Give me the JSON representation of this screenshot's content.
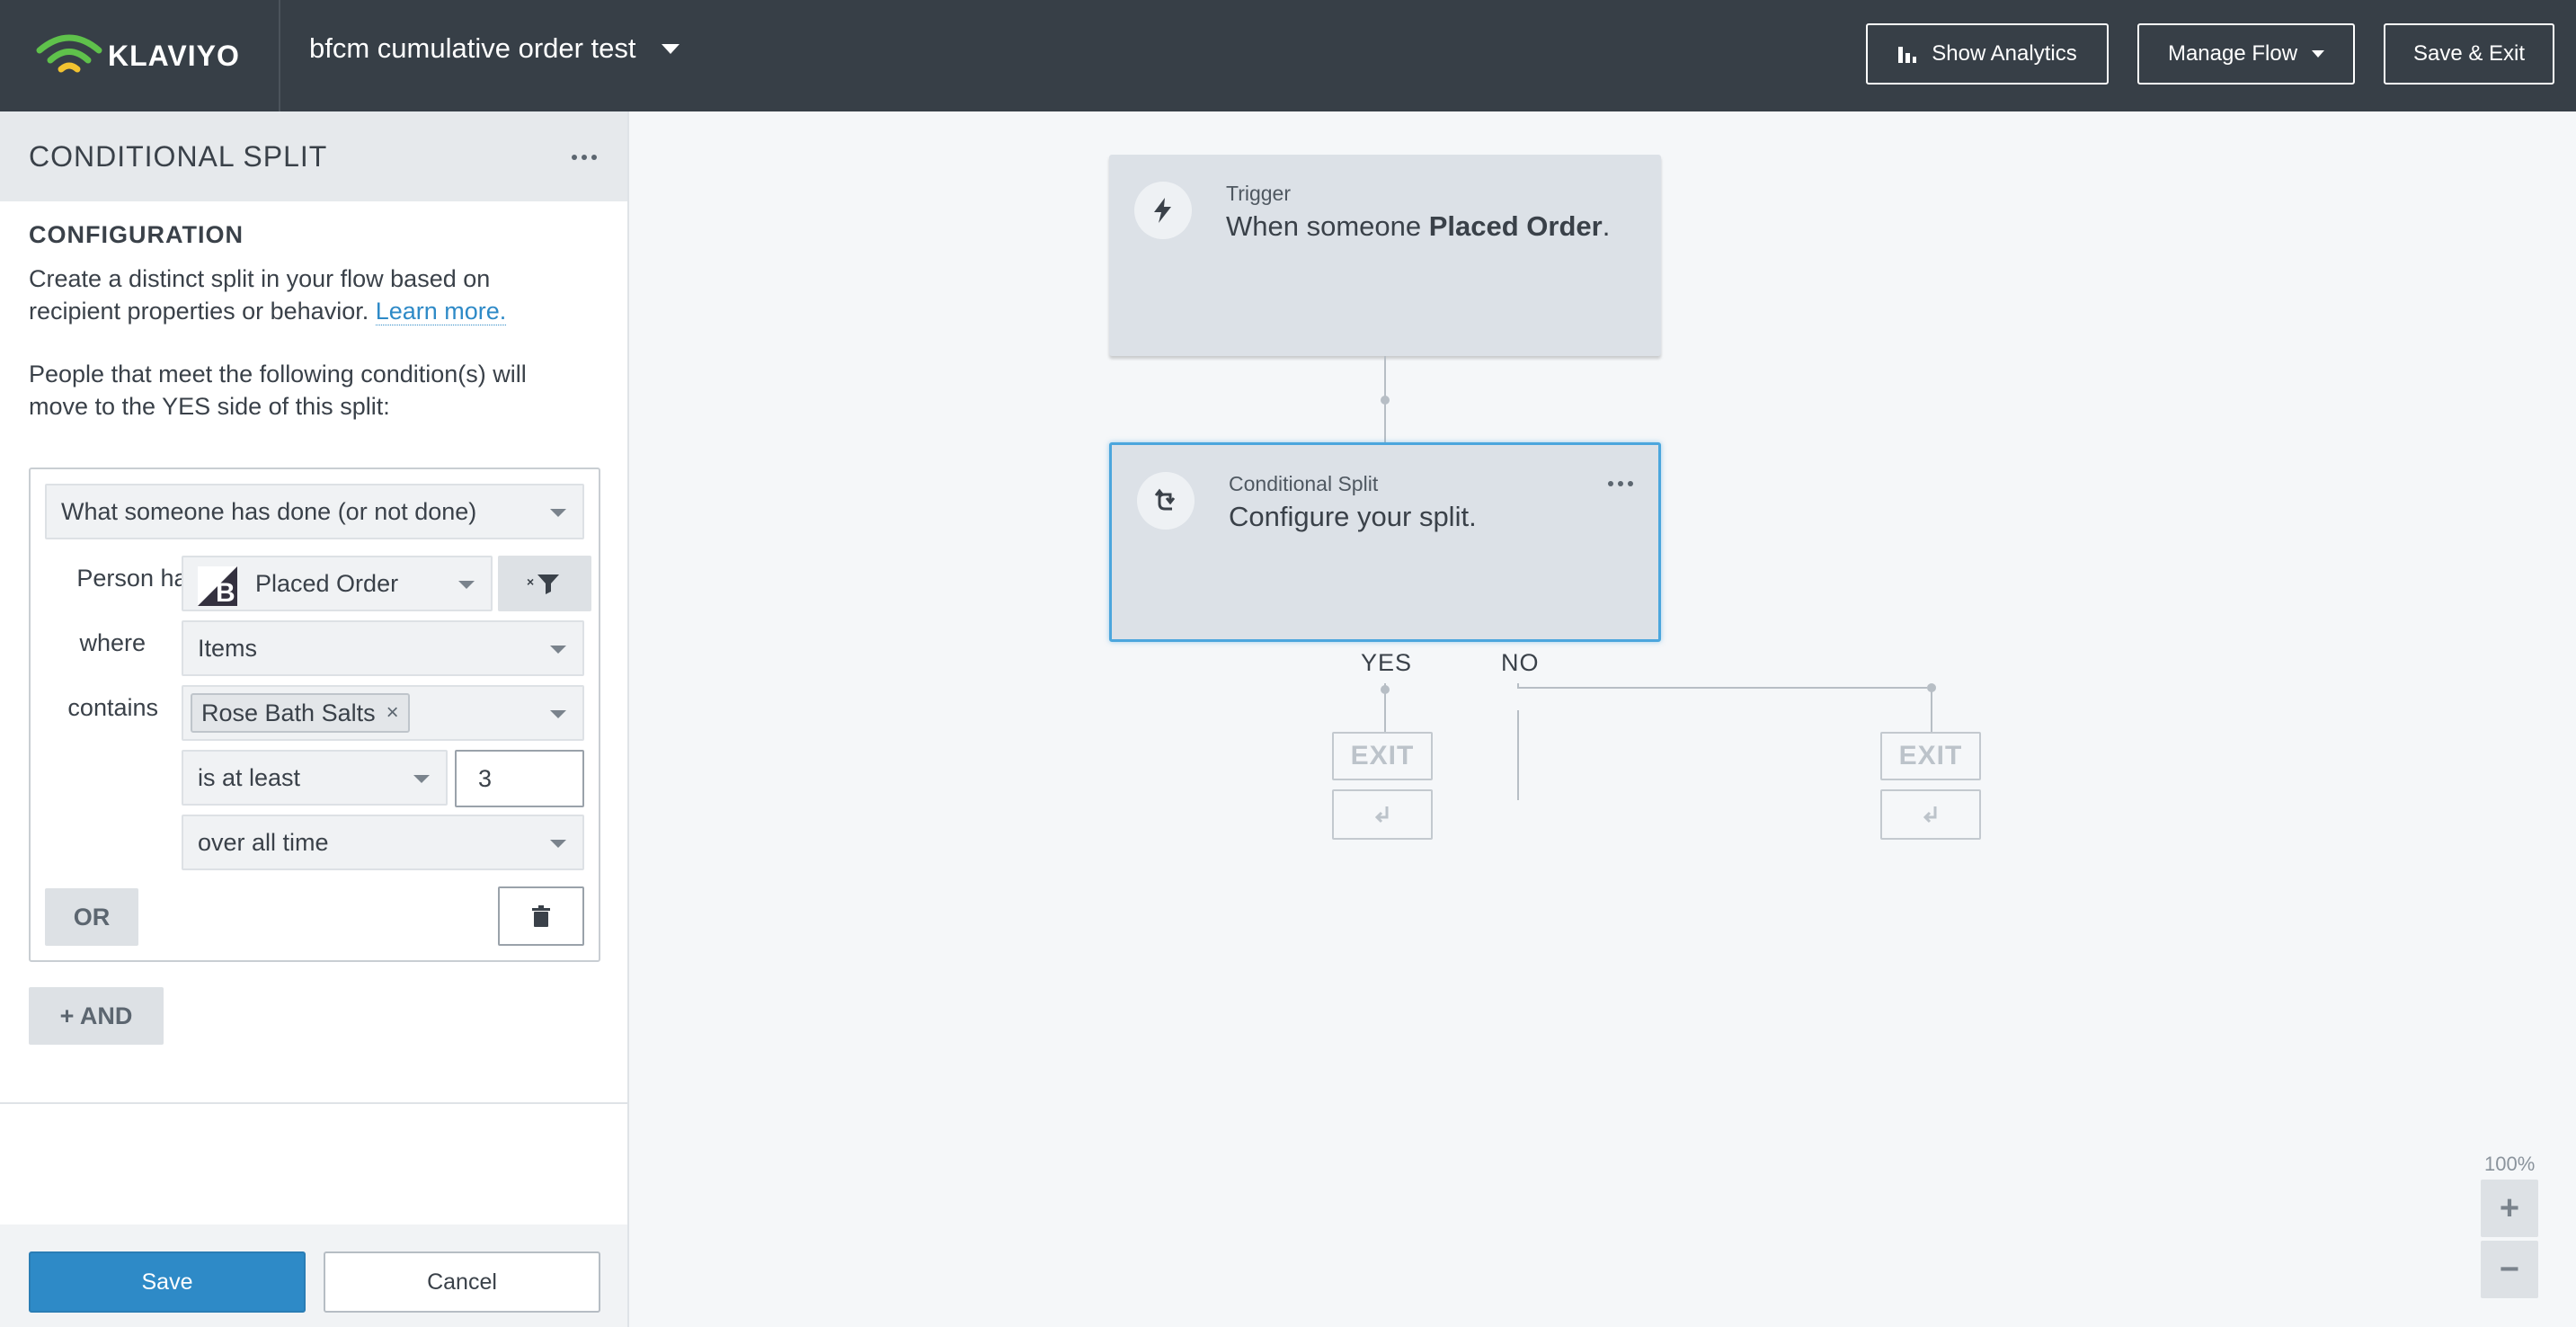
{
  "header": {
    "logo_text": "KLAVIYO",
    "flow_title": "bfcm cumulative order test",
    "buttons": {
      "show_analytics": "Show Analytics",
      "manage_flow": "Manage Flow",
      "save_exit": "Save & Exit"
    }
  },
  "panel": {
    "title": "CONDITIONAL SPLIT",
    "section_heading": "CONFIGURATION",
    "description": "Create a distinct split in your flow based on recipient properties or behavior. ",
    "learn_more": "Learn more.",
    "instruction": "People that meet the following condition(s) will move to the YES side of this split:",
    "condition": {
      "type_select": "What someone has done (or not done)",
      "person_has_label": "Person has",
      "metric_select": "Placed Order",
      "where_label": "where",
      "property_select": "Items",
      "contains_label": "contains",
      "tag_value": "Rose Bath Salts",
      "tag_remove": "×",
      "operator_select": "is at least",
      "count_value": "3",
      "timeframe_select": "over all time",
      "or_label": "OR"
    },
    "and_label": "+ AND",
    "save_label": "Save",
    "cancel_label": "Cancel"
  },
  "canvas": {
    "trigger": {
      "type": "Trigger",
      "text_prefix": "When someone ",
      "text_metric": "Placed Order",
      "text_suffix": "."
    },
    "split": {
      "type": "Conditional Split",
      "text": "Configure your split."
    },
    "yes_label": "YES",
    "no_label": "NO",
    "exit_label": "EXIT",
    "zoom_level": "100%",
    "zoom_in": "+",
    "zoom_out": "−"
  },
  "colors": {
    "topbar": "#373f47",
    "primary": "#2e8ac7",
    "logo_green": "#5fc14b",
    "selected_border": "#4ba6dd"
  }
}
